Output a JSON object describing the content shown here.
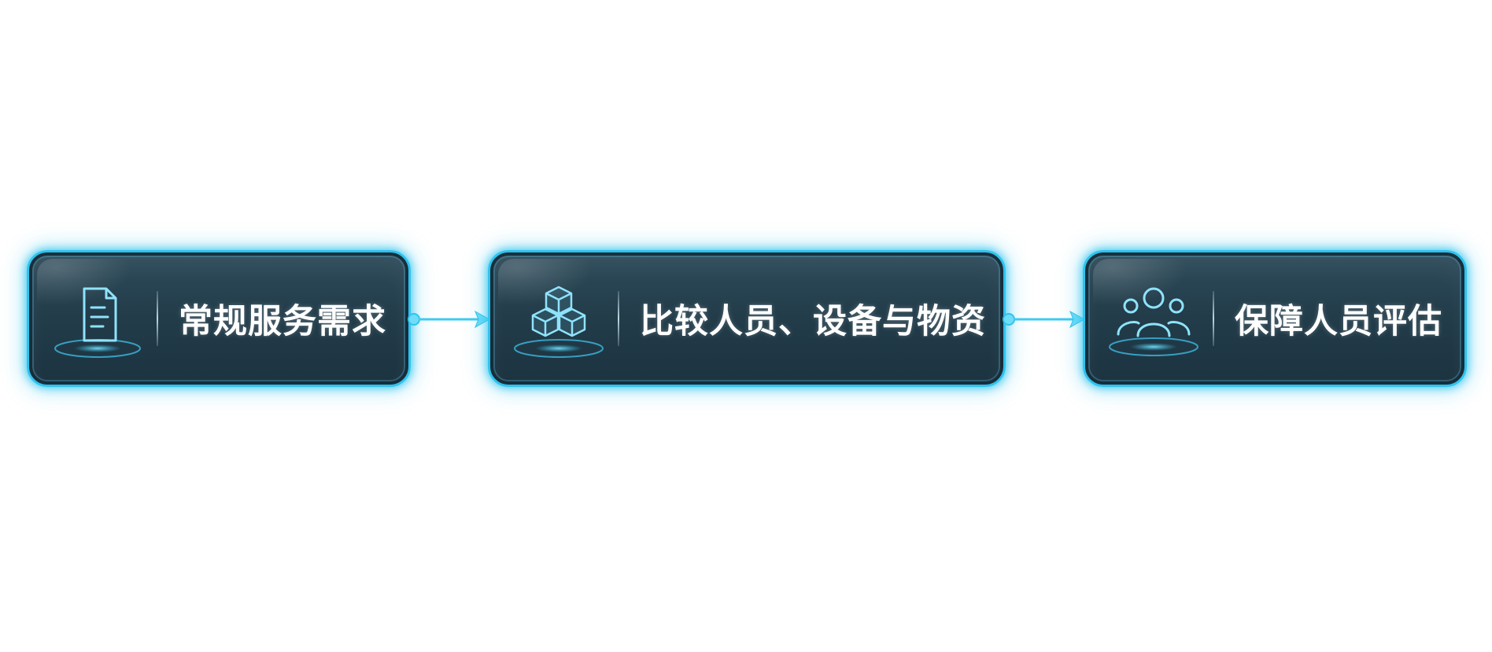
{
  "flow": {
    "steps": [
      {
        "label": "常规服务需求",
        "icon": "document-icon"
      },
      {
        "label": "比较人员、设备与物资",
        "icon": "cubes-icon"
      },
      {
        "label": "保障人员评估",
        "icon": "people-icon"
      }
    ]
  },
  "colors": {
    "accent": "#2fc3ee",
    "node_fill": "#233d4b",
    "text": "#ffffff"
  }
}
